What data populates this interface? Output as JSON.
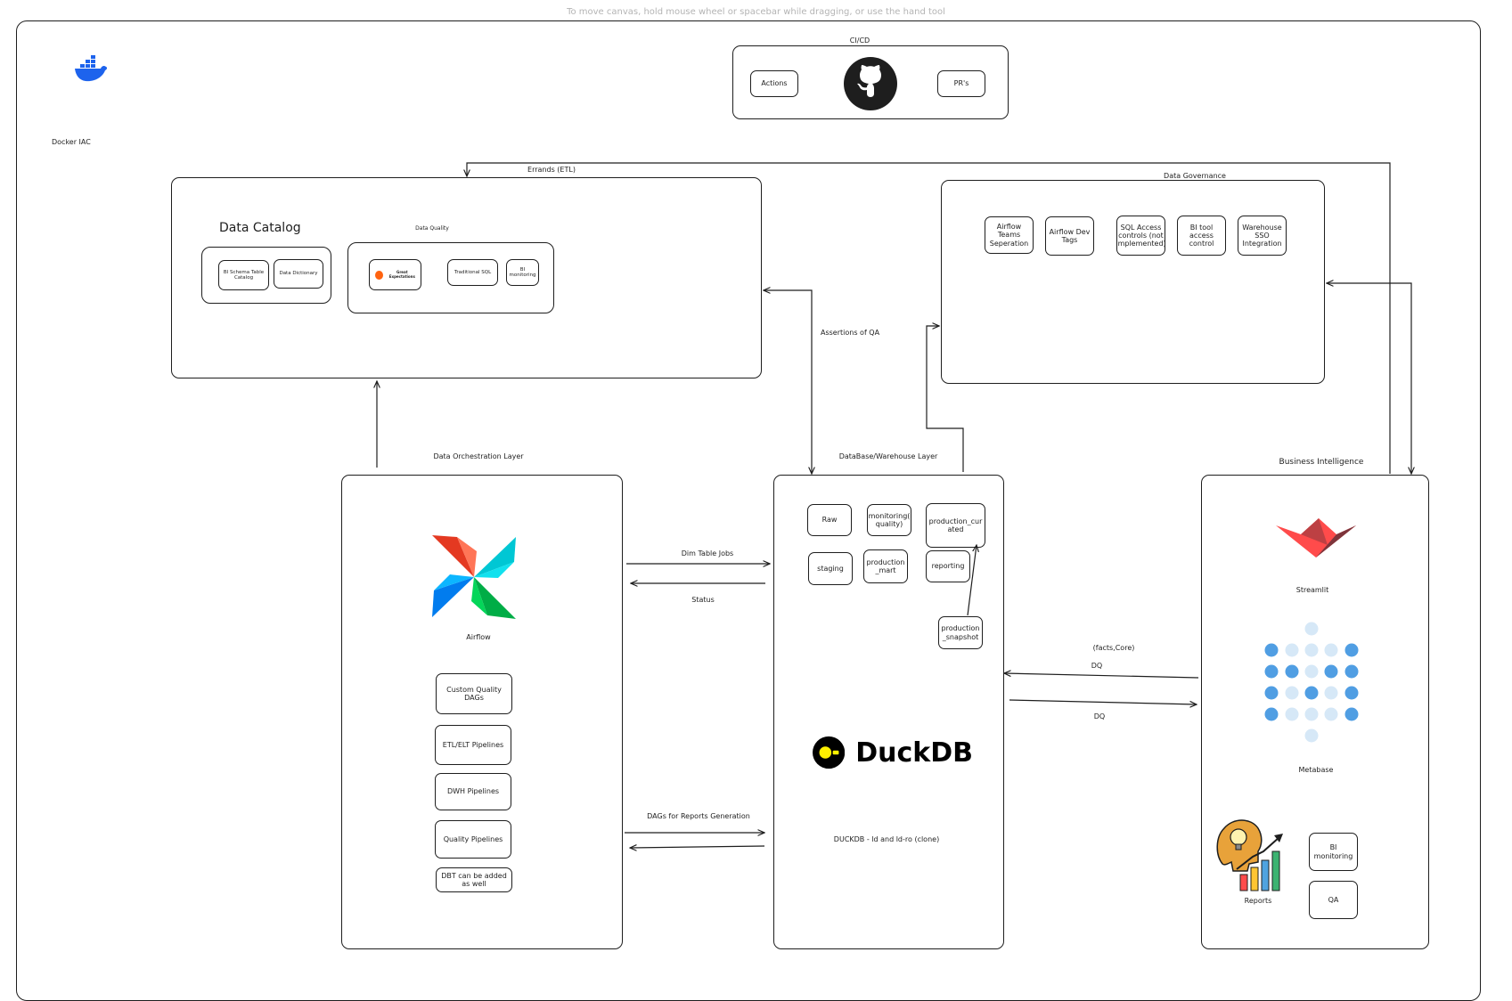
{
  "toolbar": {
    "hint": "To move canvas, hold mouse wheel or spacebar while dragging, or use the hand tool"
  },
  "docker": {
    "label": "Docker IAC",
    "icon": "docker-whale-icon"
  },
  "cicd": {
    "title": "CI/CD",
    "actions": "Actions",
    "prs": "PR's",
    "icon": "github-icon"
  },
  "edge_labels": {
    "errands": "Errands (ETL)",
    "assertions": "Assertions of QA",
    "dim_jobs": "Dim Table Jobs",
    "status": "Status",
    "dags_reports": "DAGs for Reports Generation",
    "facts_core": "(facts,Core)",
    "dq_in": "DQ",
    "dq_out": "DQ"
  },
  "catalog": {
    "title": "Data Catalog",
    "quality_title": "Data Quality",
    "items": [
      "BI Schema Table Catalog",
      "Data Dictionary"
    ],
    "quality_items": [
      "Great Expectations",
      "Traditional SQL",
      "BI monitoring"
    ]
  },
  "governance": {
    "title": "Data Governance",
    "items": [
      "Airflow Teams Seperation",
      "Airflow Dev Tags",
      "SQL Access controls (not implemented)",
      "BI tool access control",
      "Warehouse SSO Integration"
    ]
  },
  "orchestration": {
    "title": "Data Orchestration Layer",
    "logo_label": "Airflow",
    "items": [
      "Custom Quality DAGs",
      "ETL/ELT Pipelines",
      "DWH Pipelines",
      "Quality Pipelines",
      "DBT can be added as well"
    ]
  },
  "warehouse": {
    "title": "DataBase/Warehouse Layer",
    "schemas": [
      "Raw",
      "monitoring( quality)",
      "production_curated",
      "staging",
      "production _mart",
      "reporting",
      "production _snapshot"
    ],
    "logo_text": "DuckDB",
    "caption": "DUCKDB - ld and ld-ro (clone)"
  },
  "bi": {
    "title": "Business Intelligence",
    "streamlit": "Streamlit",
    "metabase": "Metabase",
    "reports": "Reports",
    "items": [
      "BI monitoring",
      "QA"
    ]
  },
  "colors": {
    "stroke": "#1e1e1e",
    "docker_blue": "#1d63ed",
    "streamlit_red": "#ff4b4b",
    "metabase_blue": "#509ee3",
    "duck_yellow": "#fff000"
  }
}
